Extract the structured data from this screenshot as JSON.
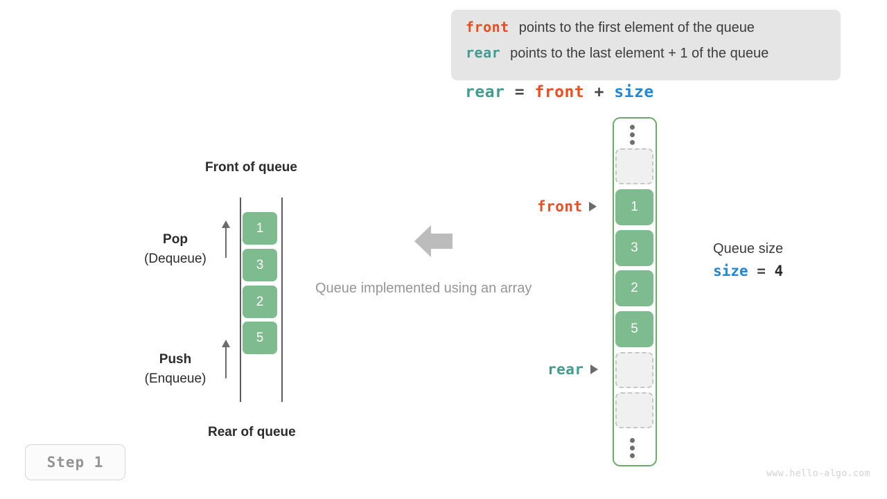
{
  "legend": {
    "rows": [
      {
        "key": "front",
        "text": "points to the first element of the queue",
        "color": "#ef4c20"
      },
      {
        "key": "rear",
        "text": "points to the last element + 1 of the queue",
        "color": "#439a8e"
      }
    ]
  },
  "formula": {
    "rear": "rear",
    "equals": "=",
    "front": "front",
    "plus": "+",
    "size": "size"
  },
  "logical_queue": {
    "front_label": "Front of queue",
    "rear_label": "Rear of queue",
    "cells": [
      "1",
      "3",
      "2",
      "5"
    ],
    "pop": {
      "title": "Pop",
      "sub": "(Dequeue)"
    },
    "push": {
      "title": "Push",
      "sub": "(Enqueue)"
    }
  },
  "center": {
    "arrow": "left-arrow-icon",
    "caption": "Queue implemented using an array"
  },
  "array_view": {
    "top_ellipsis": "vertical-ellipsis-icon",
    "bottom_ellipsis": "vertical-ellipsis-icon",
    "slots": [
      {
        "type": "empty",
        "value": ""
      },
      {
        "type": "filled",
        "value": "1"
      },
      {
        "type": "filled",
        "value": "3"
      },
      {
        "type": "filled",
        "value": "2"
      },
      {
        "type": "filled",
        "value": "5"
      },
      {
        "type": "empty",
        "value": ""
      },
      {
        "type": "empty",
        "value": ""
      }
    ],
    "pointers": [
      {
        "name": "front",
        "label": "front",
        "color": "#ef4c20"
      },
      {
        "name": "rear",
        "label": "rear",
        "color": "#439a8e"
      }
    ]
  },
  "size_note": {
    "title": "Queue size",
    "var": "size",
    "equals": "=",
    "value": "4"
  },
  "step_badge": "Step  1",
  "watermark": "www.hello-algo.com",
  "colors": {
    "green_cell": "#7ebb8f",
    "green_frame": "#6aab6a",
    "front_orange": "#ef4c20",
    "rear_teal": "#439a8e",
    "size_blue": "#1f87d8",
    "legend_bg": "#e5e5e5",
    "muted_gray": "#969696"
  }
}
